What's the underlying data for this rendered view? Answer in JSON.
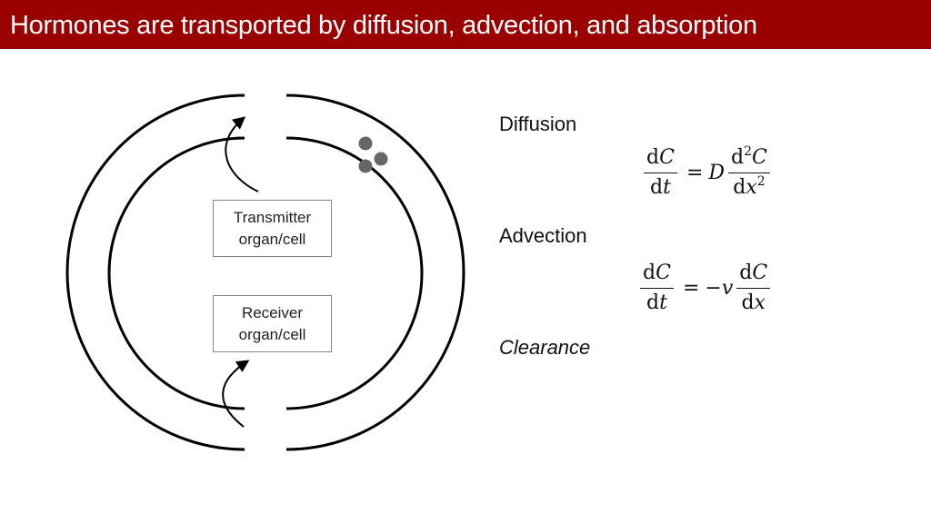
{
  "slide": {
    "title": "Hormones are transported by diffusion, advection, and absorption",
    "title_bg": "#9b0000"
  },
  "diagram": {
    "transmitter": {
      "line1": "Transmitter",
      "line2": "organ/cell"
    },
    "receiver": {
      "line1": "Receiver",
      "line2": "organ/cell"
    },
    "particle_color": "#666666",
    "particle_count": 3
  },
  "equations": {
    "diffusion": {
      "label": "Diffusion",
      "lhs_num_d": "d",
      "lhs_num_var": "C",
      "lhs_den_d": "d",
      "lhs_den_var": "t",
      "equals": "=",
      "coef": "D",
      "rhs_num_d": "d",
      "rhs_num_exp": "2",
      "rhs_num_var": "C",
      "rhs_den_d": "d",
      "rhs_den_var": "x",
      "rhs_den_exp": "2"
    },
    "advection": {
      "label": "Advection",
      "lhs_num_d": "d",
      "lhs_num_var": "C",
      "lhs_den_d": "d",
      "lhs_den_var": "t",
      "equals": "=",
      "coef_sign": "−",
      "coef": "v",
      "rhs_num_d": "d",
      "rhs_num_var": "C",
      "rhs_den_d": "d",
      "rhs_den_var": "x"
    },
    "clearance": {
      "label": "Clearance"
    }
  }
}
